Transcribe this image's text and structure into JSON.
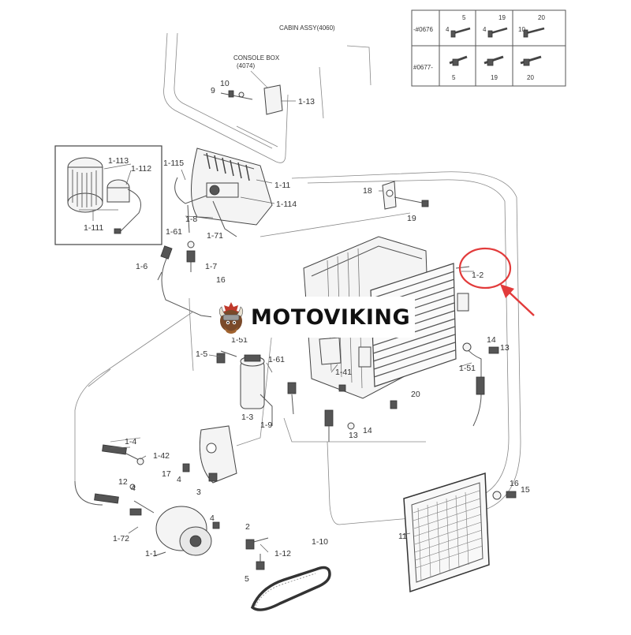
{
  "brand": {
    "name": "MOTOVIKING"
  },
  "assemblies": {
    "cabin": "CABIN ASSY(4060)",
    "console_box": "CONSOLE BOX",
    "console_box_code": "(4074)"
  },
  "reference_table": {
    "rows": [
      {
        "code": "-#0676",
        "parts": [
          [
            "4",
            "5"
          ],
          [
            "4",
            "19"
          ],
          [
            "10",
            "20"
          ]
        ]
      },
      {
        "code": "#0677-",
        "parts": [
          [
            "5"
          ],
          [
            "19"
          ],
          [
            "20"
          ]
        ]
      }
    ]
  },
  "callouts": {
    "c1_13": "1-13",
    "c10a": "10",
    "c9": "9",
    "c1_113": "1-113",
    "c1_112": "1-112",
    "c1_111": "1-111",
    "c1_115": "1-115",
    "c1_11": "1-11",
    "c1_114": "1-114",
    "c1_8": "1-8",
    "c1_61a": "1-61",
    "c1_71": "1-71",
    "c1_6": "1-6",
    "c1_7": "1-7",
    "c16": "16",
    "c18": "18",
    "c19": "19",
    "c1_2": "1-2",
    "c1_51a": "1-51",
    "c1_5": "1-5",
    "c1_61b": "1-61",
    "c1_3": "1-3",
    "c1_9": "1-9",
    "c1_41": "1-41",
    "c20": "20",
    "c13a": "13",
    "c14a": "14",
    "c14b": "14",
    "c13b": "13",
    "c1_51b": "1-51",
    "c1_4": "1-4",
    "c1_42": "1-42",
    "c17": "17",
    "c4a": "4",
    "c3": "3",
    "c12": "12",
    "c4b": "4",
    "c4c": "4",
    "c2": "2",
    "c1_72": "1-72",
    "c1_1": "1-1",
    "c1_12": "1-12",
    "c5": "5",
    "c1_10": "1-10",
    "c11": "11",
    "c16b": "16",
    "c15": "15"
  },
  "colors": {
    "highlight": "#e23b3b",
    "line": "#555555"
  }
}
